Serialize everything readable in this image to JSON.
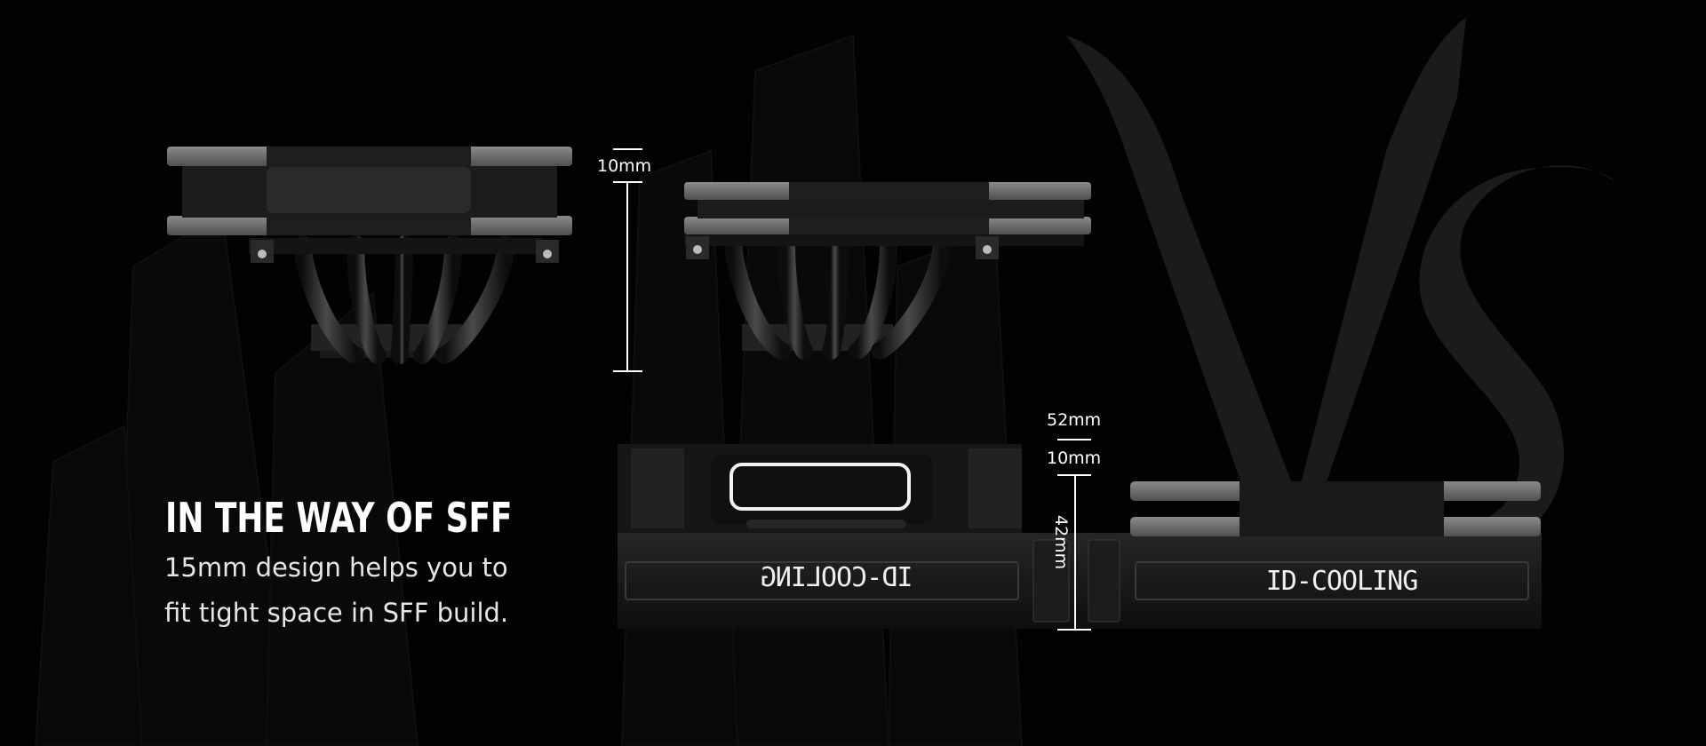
{
  "headline": "IN THE WAY OF SFF",
  "description_line1": "15mm design helps you to",
  "description_line2": "fit tight space in SFF build.",
  "dimensions": {
    "top_gap": "10mm",
    "total": "52mm",
    "fan_gap": "10mm",
    "radiator": "42mm"
  },
  "brand": "ID-COOLING",
  "watermark": "Vs",
  "colors": {
    "background": "#020202",
    "frame_gray": "#6a6a6a",
    "body_black": "#151515",
    "text": "#ffffff"
  }
}
